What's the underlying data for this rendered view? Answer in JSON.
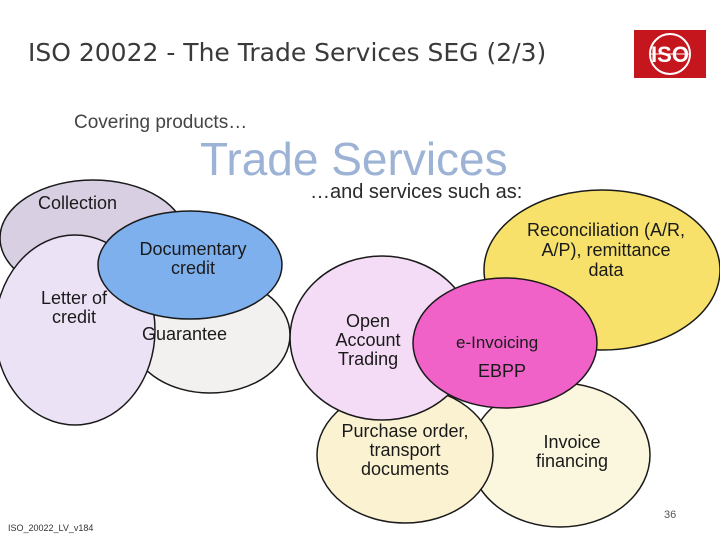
{
  "title": "ISO 20022 - The Trade Services SEG (2/3)",
  "logo_text": "ISO",
  "subtitle": "Covering products…",
  "big_title": "Trade Services",
  "services_title": "…and services such as:",
  "products": {
    "collection": "Collection",
    "documentary_credit": "Documentary credit",
    "letter_of_credit": "Letter of credit",
    "guarantee": "Guarantee"
  },
  "services": {
    "reconciliation": "Reconciliation (A/R, A/P), remittance data",
    "open_account": "Open Account Trading",
    "e_invoicing": "e-Invoicing",
    "ebpp": "EBPP",
    "purchase_order": "Purchase order, transport documents",
    "invoice_financing": "Invoice financing"
  },
  "colors": {
    "documentary_credit": "#7fb0ee",
    "reconciliation": "#f7e16a",
    "e_invoicing": "#f062c8",
    "open_account": "#f4dcf6",
    "letter_of_credit": "#ece2f6",
    "guarantee": "#f2f1ef",
    "purchase_order": "#fbf2d2",
    "invoice_financing": "#fbf7df",
    "logo": "#c4161c"
  },
  "footer": "ISO_20022_LV_v184",
  "page_number": "36"
}
